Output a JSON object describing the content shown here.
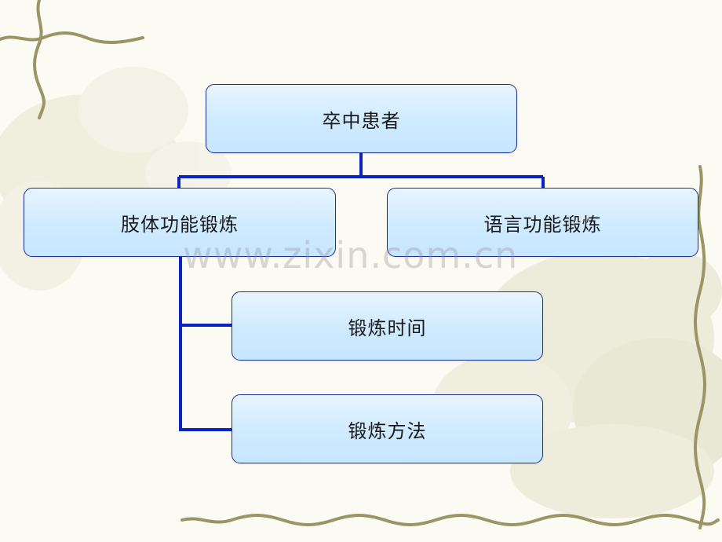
{
  "diagram": {
    "root": {
      "label": "卒中患者"
    },
    "branches": [
      {
        "label": "肢体功能锻炼",
        "children": [
          {
            "label": "锻炼时间"
          },
          {
            "label": "锻炼方法"
          }
        ]
      },
      {
        "label": "语言功能锻炼",
        "children": []
      }
    ]
  },
  "watermark": {
    "text": "www.zixin.com.cn"
  },
  "colors": {
    "connector": "#0a23c4",
    "node_border": "#1f2f9a",
    "node_fill": "#cfeaff",
    "background": "#fbfbf3",
    "vine": "#9a9566"
  }
}
